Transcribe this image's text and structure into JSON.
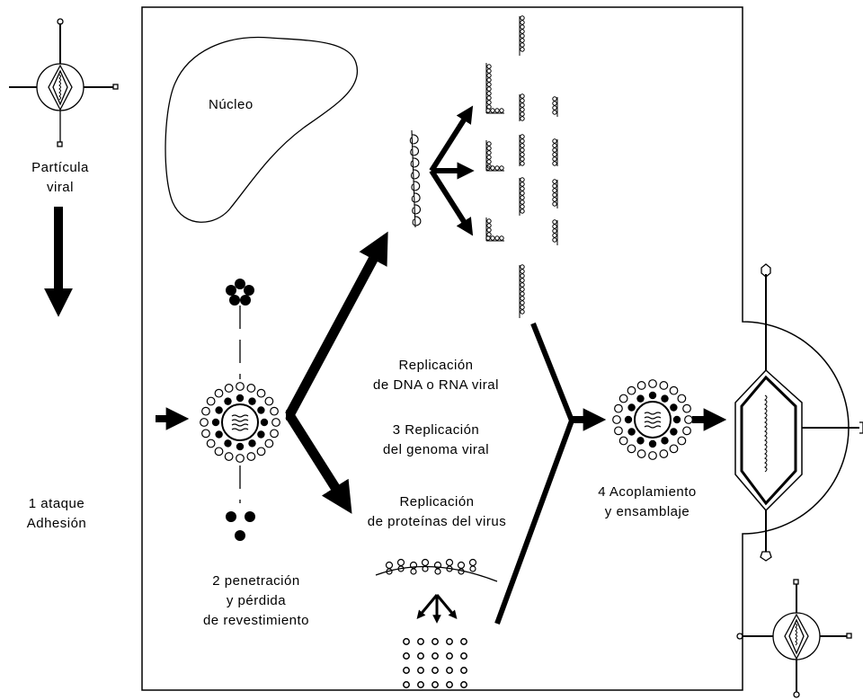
{
  "labels": {
    "nucleo": "Núcleo",
    "particula_1": "Partícula",
    "particula_2": "viral",
    "ataque_1": "1 ataque",
    "ataque_2": "Adhesión",
    "penetracion_1": "2 penetración",
    "penetracion_2": "y pérdida",
    "penetracion_3": "de revestimiento",
    "replicacion_dna_1": "Replicación",
    "replicacion_dna_2": "de DNA o RNA viral",
    "replicacion_genoma_1": "3 Replicación",
    "replicacion_genoma_2": "del genoma viral",
    "replicacion_prot_1": "Replicación",
    "replicacion_prot_2": "de proteínas del virus",
    "acoplamiento_1": "4 Acoplamiento",
    "acoplamiento_2": "y ensamblaje"
  },
  "colors": {
    "stroke": "#000000",
    "background": "#ffffff"
  }
}
